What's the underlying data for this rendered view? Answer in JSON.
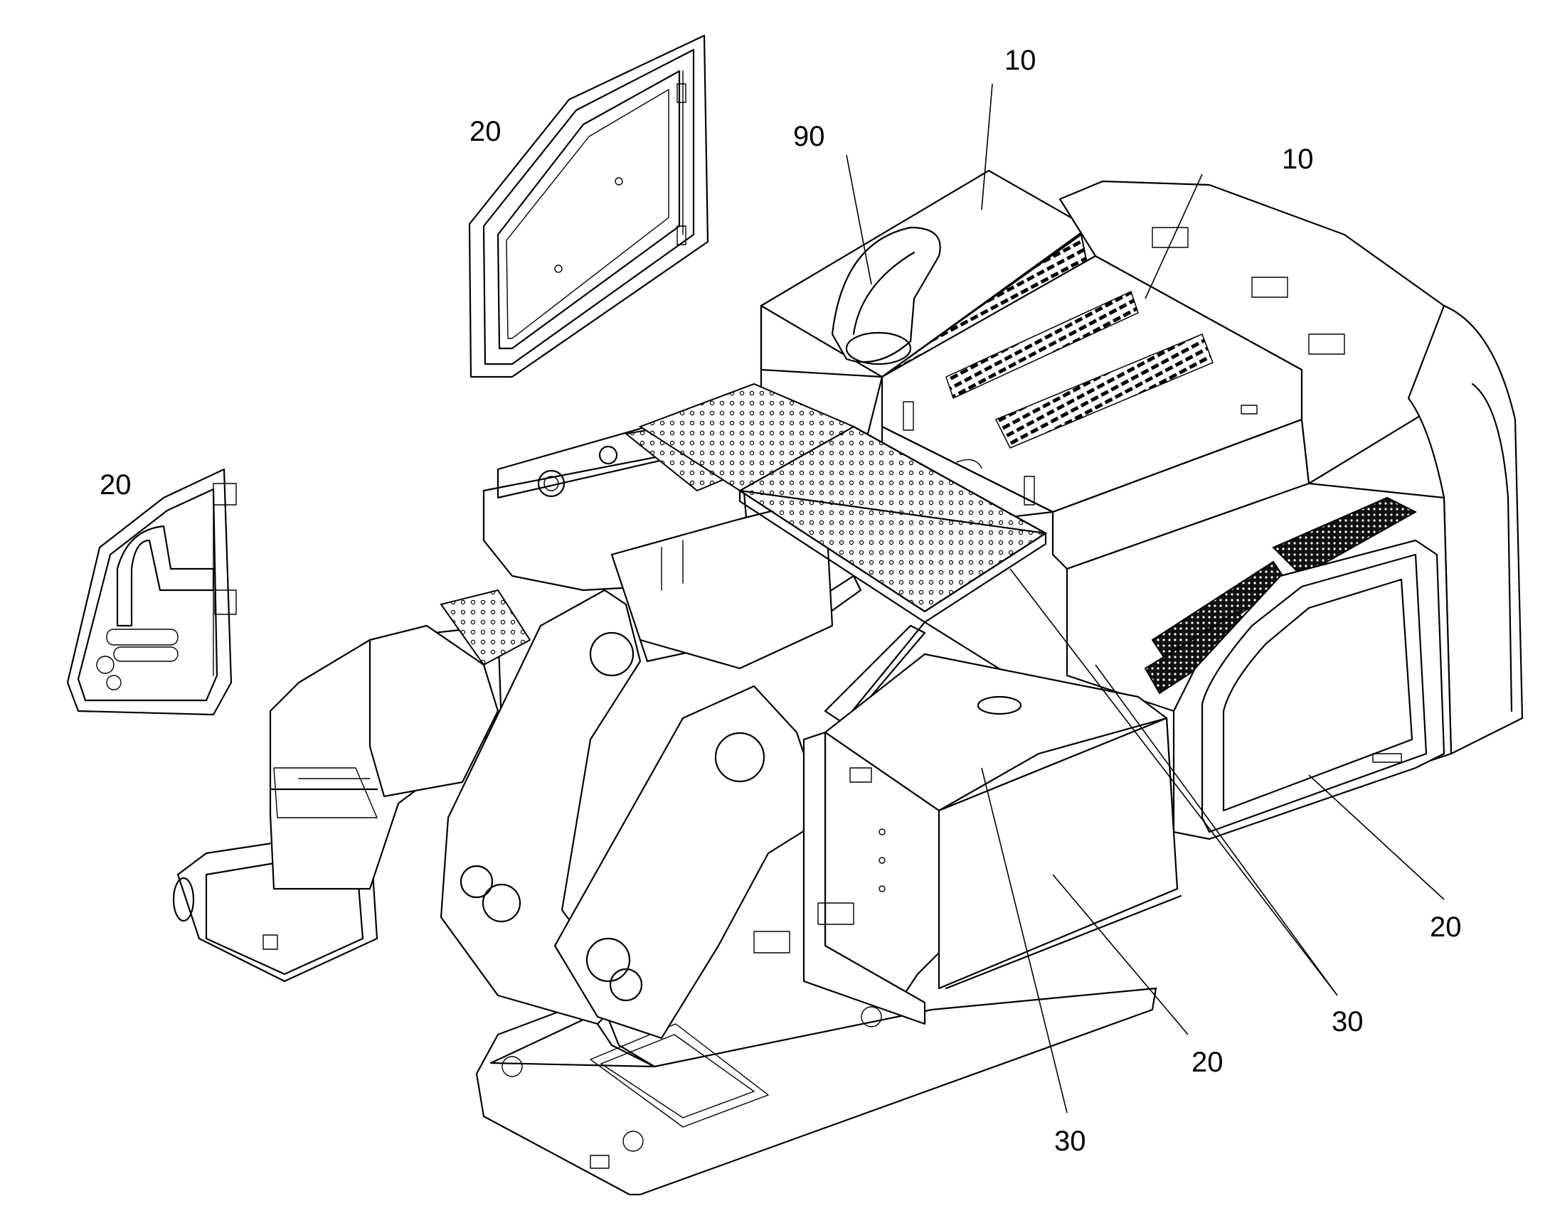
{
  "callouts": {
    "door_top_left": "20",
    "door_left": "20",
    "hood_top": "10",
    "hood_right": "10",
    "intake": "90",
    "side_door_right": "20",
    "side_panel_front": "20",
    "deck_right": "30",
    "deck_front": "30"
  },
  "icons": {
    "perforated_deck": "perforated-deck-pattern",
    "louver_grille": "louver-slot-pattern",
    "mesh_vent": "mesh-vent-pattern",
    "fastener": "bolt-hole-dot"
  }
}
